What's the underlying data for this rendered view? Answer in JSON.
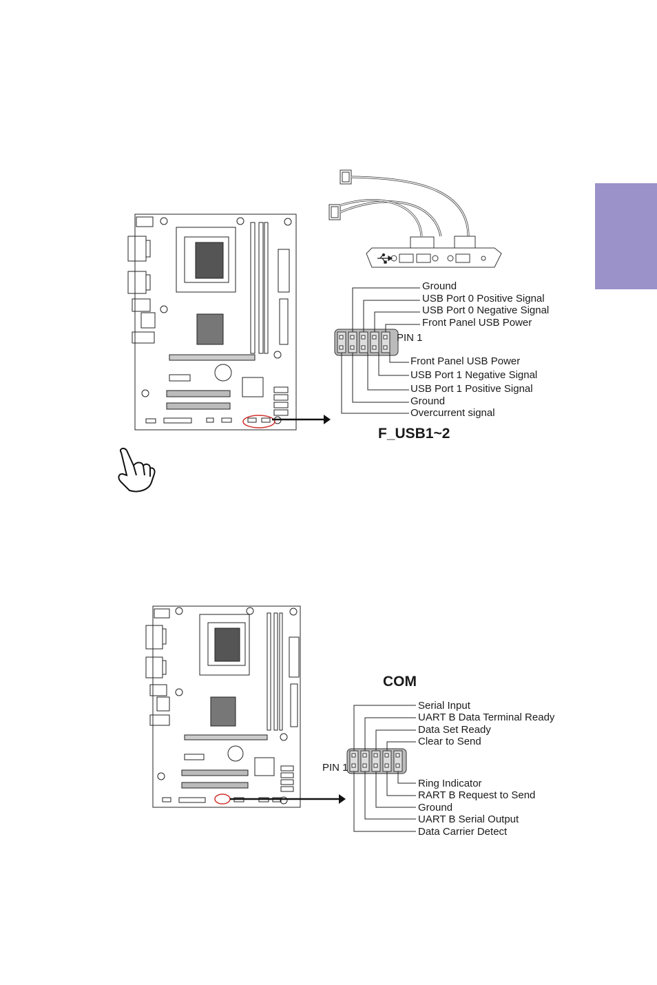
{
  "usb": {
    "title": "F_USB1~2",
    "pin1": "PIN 1",
    "top_labels": [
      "Ground",
      "USB Port 0 Positive Signal",
      "USB Port 0 Negative Signal",
      "Front Panel USB Power"
    ],
    "bottom_labels": [
      "Front Panel USB Power",
      "USB Port 1 Negative Signal",
      "USB Port 1 Positive Signal",
      "Ground",
      "Overcurrent signal"
    ]
  },
  "com": {
    "title": "COM",
    "pin1": "PIN 1",
    "top_labels": [
      "Serial Input",
      "UART B Data Terminal Ready",
      "Data Set Ready",
      "Clear to Send"
    ],
    "bottom_labels": [
      "Ring Indicator",
      "RART B Request to Send",
      "Ground",
      "UART B Serial Output",
      "Data Carrier Detect"
    ]
  },
  "colors": {
    "side_tab": "#9a92c8",
    "highlight": "#d0312d",
    "ink": "#1a1a1a"
  },
  "icons": [
    "hand-pointing-icon",
    "usb-icon"
  ]
}
